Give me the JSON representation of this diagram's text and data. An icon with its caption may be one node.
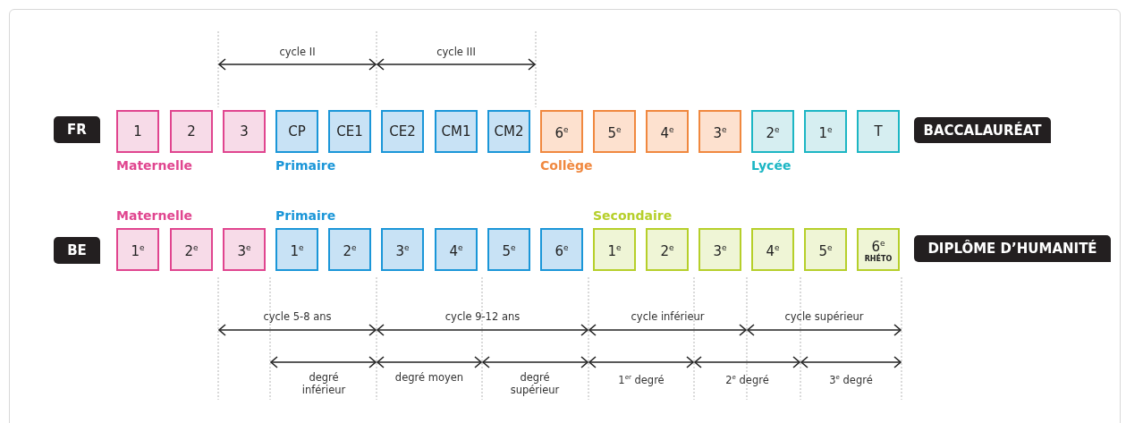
{
  "diagram": {
    "nodes": [
      {
        "text": [
          "FR"
        ]
      },
      {
        "text": [
          "1"
        ]
      },
      {
        "text": [
          "2"
        ]
      },
      {
        "text": [
          "3"
        ]
      },
      {
        "text": [
          "CP"
        ]
      },
      {
        "text": [
          "CE1"
        ]
      },
      {
        "text": [
          "CE2"
        ]
      },
      {
        "text": [
          "CM1"
        ]
      },
      {
        "text": [
          "CM2"
        ]
      },
      {
        "text": [
          "6$^{e}$"
        ]
      },
      {
        "text": [
          "5$^{e}$"
        ]
      },
      {
        "text": [
          "4$^{e}$"
        ]
      },
      {
        "text": [
          "3$^{e}$"
        ]
      },
      {
        "text": [
          "2$^{e}$"
        ]
      },
      {
        "text": [
          "1$^{e}$"
        ]
      },
      {
        "text": [
          "T"
        ]
      },
      {
        "text": [
          "BACCALAURÉAT"
        ]
      },
      {
        "text": [
          "BE"
        ]
      },
      {
        "text": [
          "1$^{e}$"
        ]
      },
      {
        "text": [
          "2$^{e}$"
        ]
      },
      {
        "text": [
          "3$^{e}$"
        ]
      },
      {
        "text": [
          "1$^{e}$"
        ]
      },
      {
        "text": [
          "2$^{e}$"
        ]
      },
      {
        "text": [
          "3$^{e}$"
        ]
      },
      {
        "text": [
          "4$^{e}$"
        ]
      },
      {
        "text": [
          "5$^{e}$"
        ]
      },
      {
        "text": [
          "6$^{e}$"
        ]
      },
      {
        "text": [
          "1$^{e}$"
        ]
      },
      {
        "text": [
          "2$^{e}$"
        ]
      },
      {
        "text": [
          "3$^{e}$"
        ]
      },
      {
        "text": [
          "4$^{e}$"
        ]
      },
      {
        "text": [
          "5$^{e}$"
        ]
      },
      {
        "text": [
          "6$^{e}$",
          "RHÉTO"
        ]
      },
      {
        "text": [
          "DIPLÔME D’HUMANITÉ"
        ]
      }
    ],
    "labels": [
      "cycle II",
      "cycle III",
      "Maternelle",
      "Primaire",
      "Collège",
      "Lycée",
      "Maternelle",
      "Primaire",
      "Secondaire",
      "cycle 5-8 ans",
      "cycle 9-12 ans",
      "cycle inférieur",
      "cycle supérieur",
      "degré inférieur",
      "degré moyen",
      "degré supérieur",
      "1$^{er}$ degré",
      "2$^{e}$ degré",
      "3$^{e}$ degré"
    ]
  }
}
